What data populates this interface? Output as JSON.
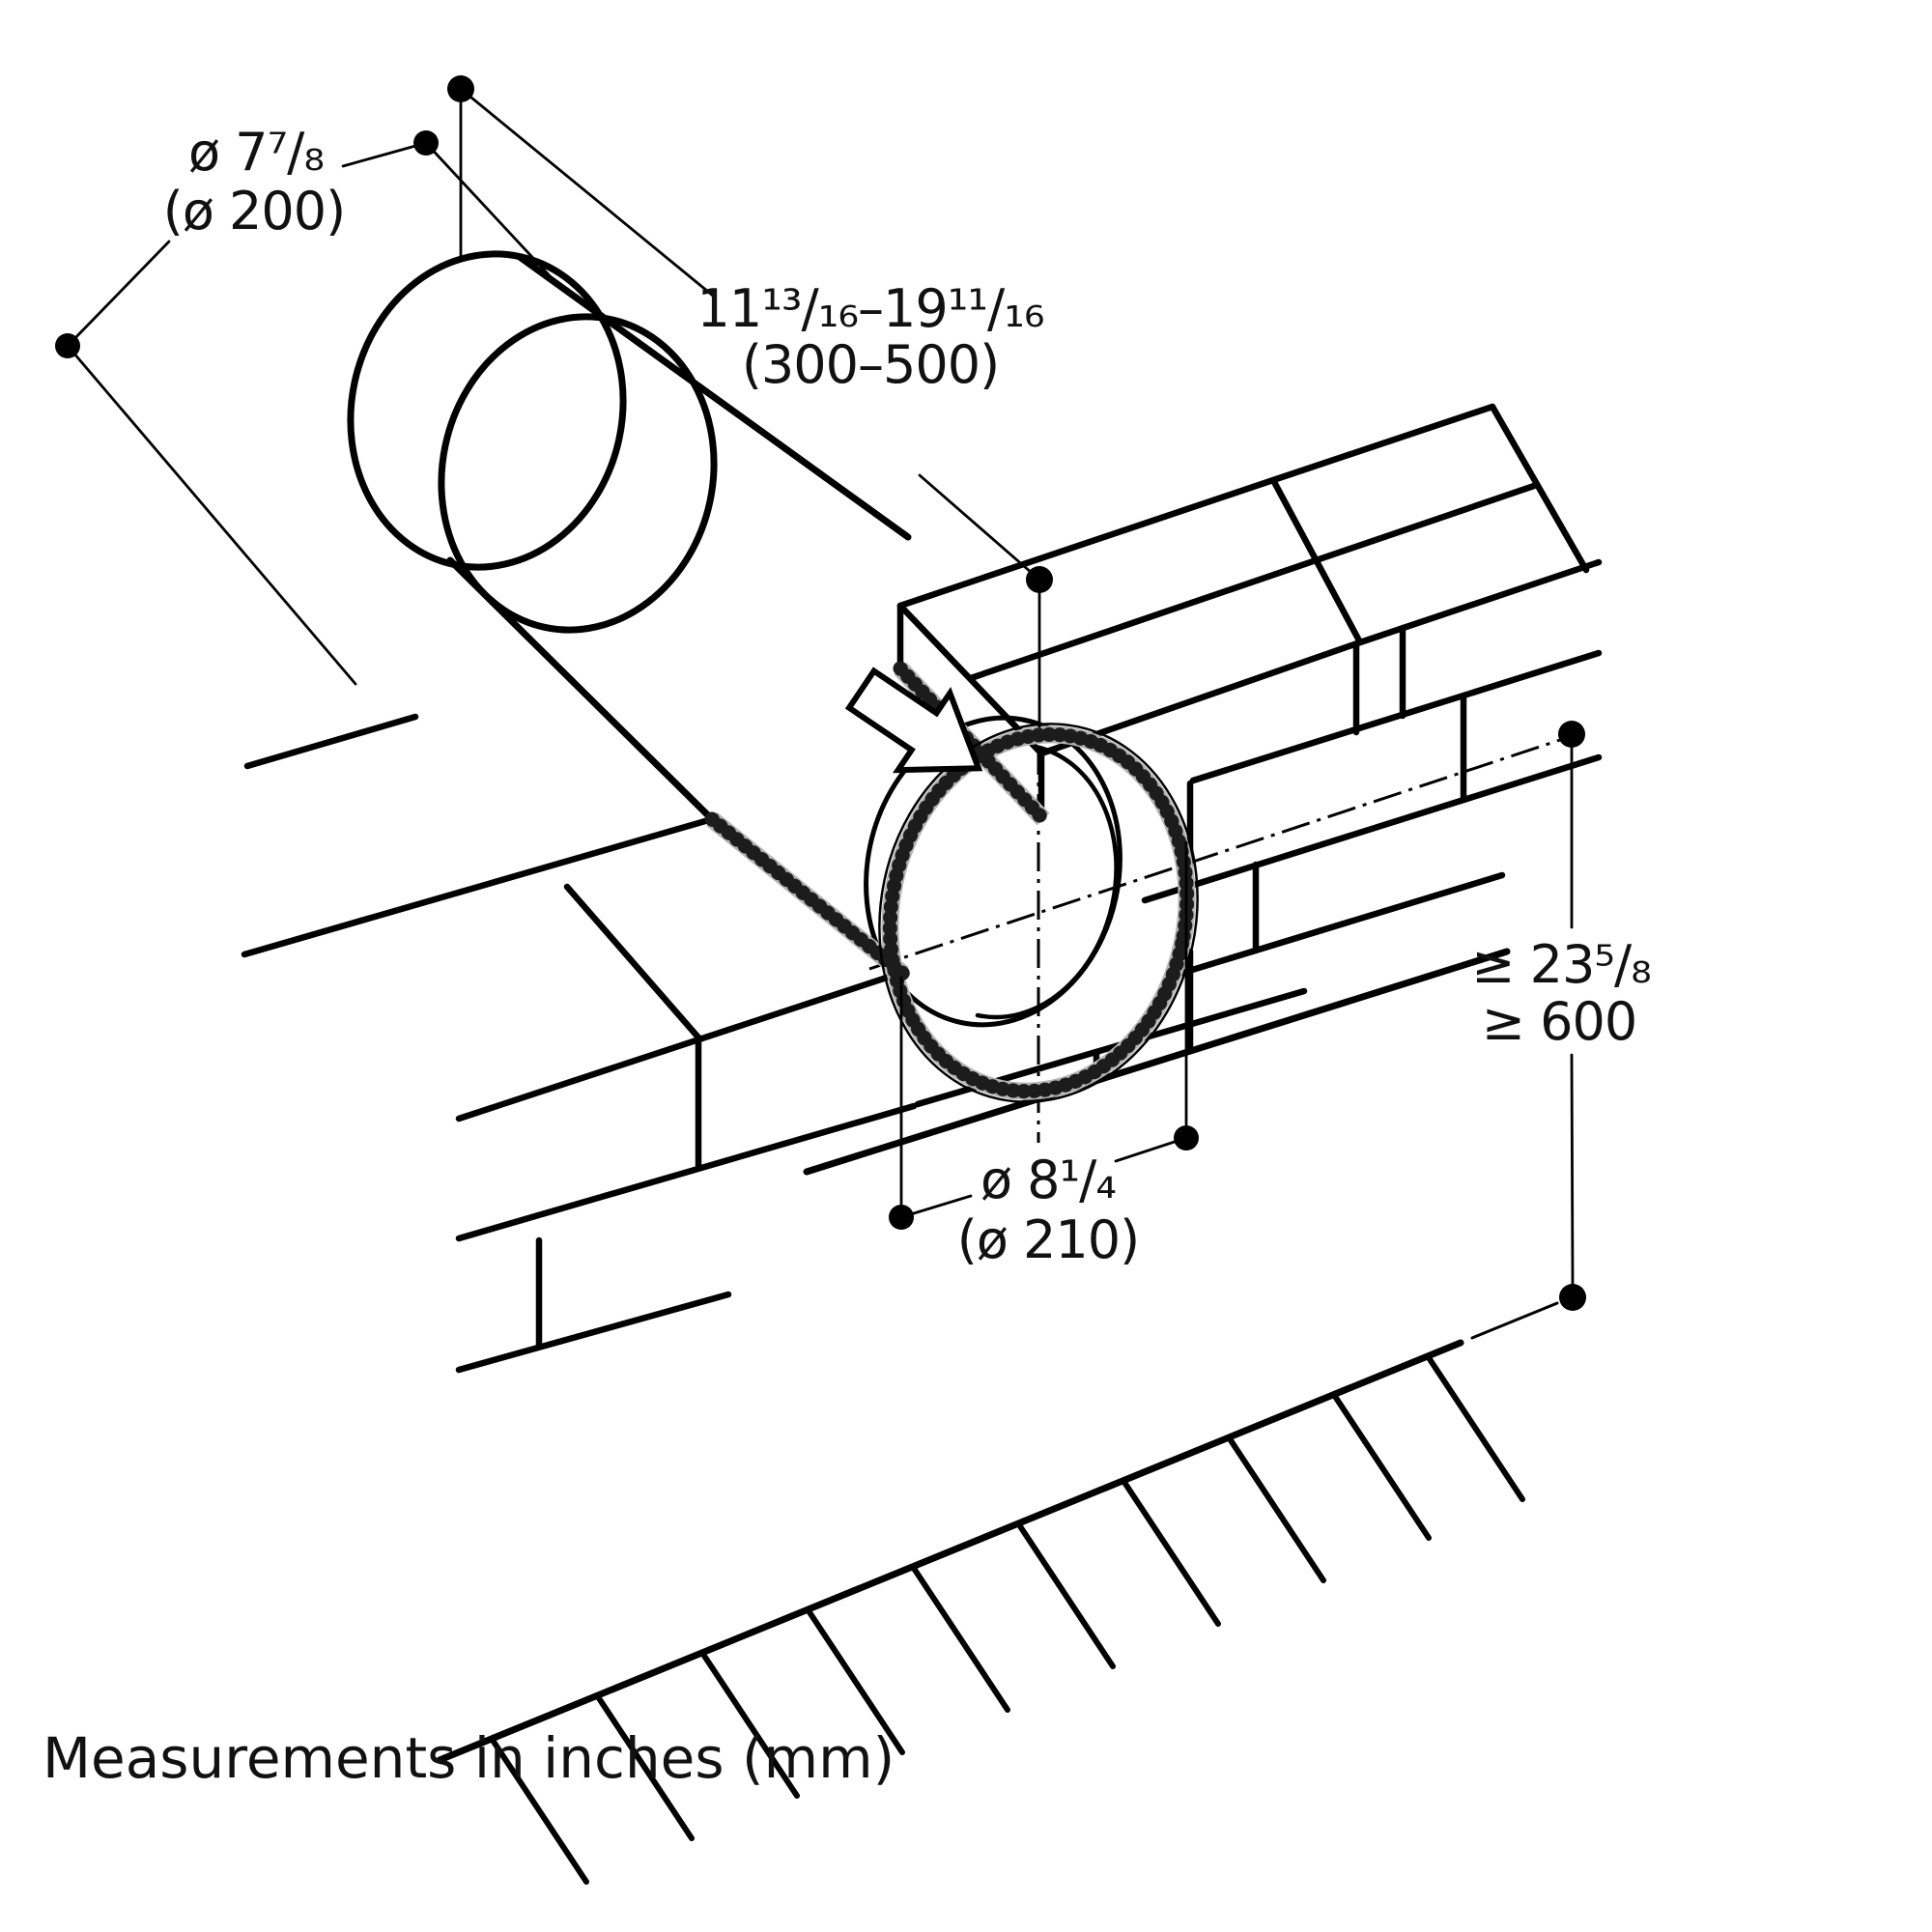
{
  "diagram": {
    "type": "installation-drawing",
    "footer": "Measurements in inches (mm)",
    "dimensions": {
      "pipe_diameter": {
        "inches": "ø 7⁷/₈",
        "mm": "(ø 200)"
      },
      "telescopic_length": {
        "inches": "11¹³/₁₆–19¹¹/₁₆",
        "mm": "(300–500)"
      },
      "min_height_above_floor": {
        "inches": "≥ 23⁵/₈",
        "mm": "≥ 600"
      },
      "wall_opening_diameter": {
        "inches": "ø 8¹/₄",
        "mm": "(ø 210)"
      }
    },
    "colors": {
      "line": "#000000",
      "hatch_shadow": "#b3b3b3",
      "hatch_bead": "#1c1c1c",
      "background": "#ffffff"
    }
  }
}
